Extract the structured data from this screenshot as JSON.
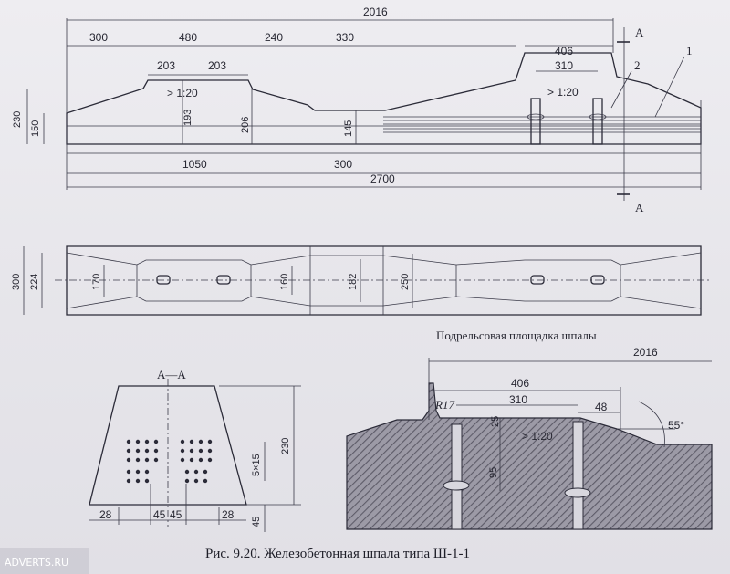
{
  "side_view": {
    "dims_top": [
      "2016",
      "300",
      "480",
      "240",
      "330",
      "203",
      "203",
      "406",
      "310"
    ],
    "slope_left": "> 1:20",
    "slope_right": "> 1:20",
    "leaders": [
      "2",
      "1"
    ],
    "dims_vertical": [
      "230",
      "150",
      "193",
      "206",
      "145"
    ],
    "dims_bottom": [
      "1050",
      "300",
      "2700"
    ],
    "section_marks": [
      "A",
      "A"
    ]
  },
  "plan_view": {
    "dims_vertical": [
      "300",
      "224",
      "170",
      "160",
      "182",
      "250"
    ]
  },
  "section_aa": {
    "title": "A—A",
    "dims_vertical": [
      "230",
      "5×15",
      "45"
    ],
    "dims_bottom": [
      "28",
      "45",
      "45",
      "28"
    ]
  },
  "rail_seat": {
    "title": "Подрельсовая площадка шпалы",
    "dims": [
      "2016",
      "406",
      "R17",
      "310",
      "48",
      "25",
      "> 1:20",
      "95",
      "55°"
    ]
  },
  "caption": "Рис. 9.20. Железобетонная шпала типа Ш-1-1",
  "watermark": "ADVERTS.RU"
}
